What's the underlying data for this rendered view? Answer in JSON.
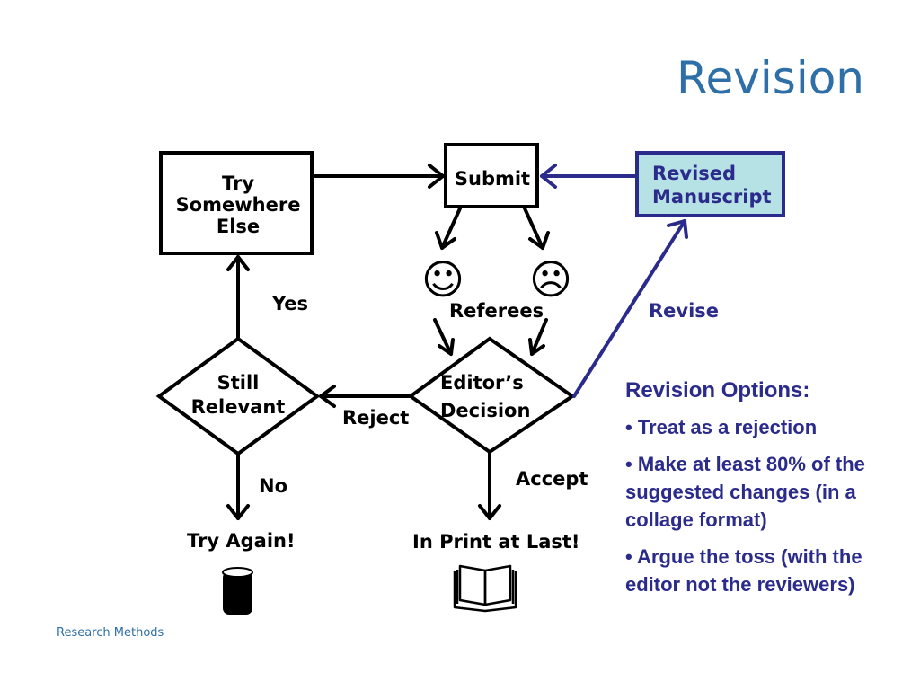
{
  "slide": {
    "title": "Revision",
    "footer": "Research Methods"
  },
  "diagram": {
    "try_somewhere_else": [
      "Try",
      "Somewhere",
      "Else"
    ],
    "submit": "Submit",
    "revised_manuscript": [
      "Revised",
      "Manuscript"
    ],
    "referees": "Referees",
    "happy_icon": "☺",
    "sad_icon": "☹",
    "yes": "Yes",
    "no": "No",
    "reject": "Reject",
    "accept": "Accept",
    "revise": "Revise",
    "still_relevant": [
      "Still",
      "Relevant"
    ],
    "editors_decision": [
      "Editor’s",
      "Decision"
    ],
    "try_again": "Try Again!",
    "in_print": "In Print at Last!",
    "icons": [
      "smiley-face-icon",
      "frowny-face-icon",
      "trash-can-icon",
      "open-book-icon"
    ],
    "colors": {
      "accent": "#2b2b8c",
      "title": "#2e6fa7",
      "revised_fill": "#b6e2e6"
    }
  },
  "revision_options": {
    "heading": "Revision Options:",
    "items": [
      "• Treat as a rejection",
      "• Make at least 80% of the suggested changes (in a collage format)",
      "• Argue the toss (with the editor not the reviewers)"
    ]
  }
}
